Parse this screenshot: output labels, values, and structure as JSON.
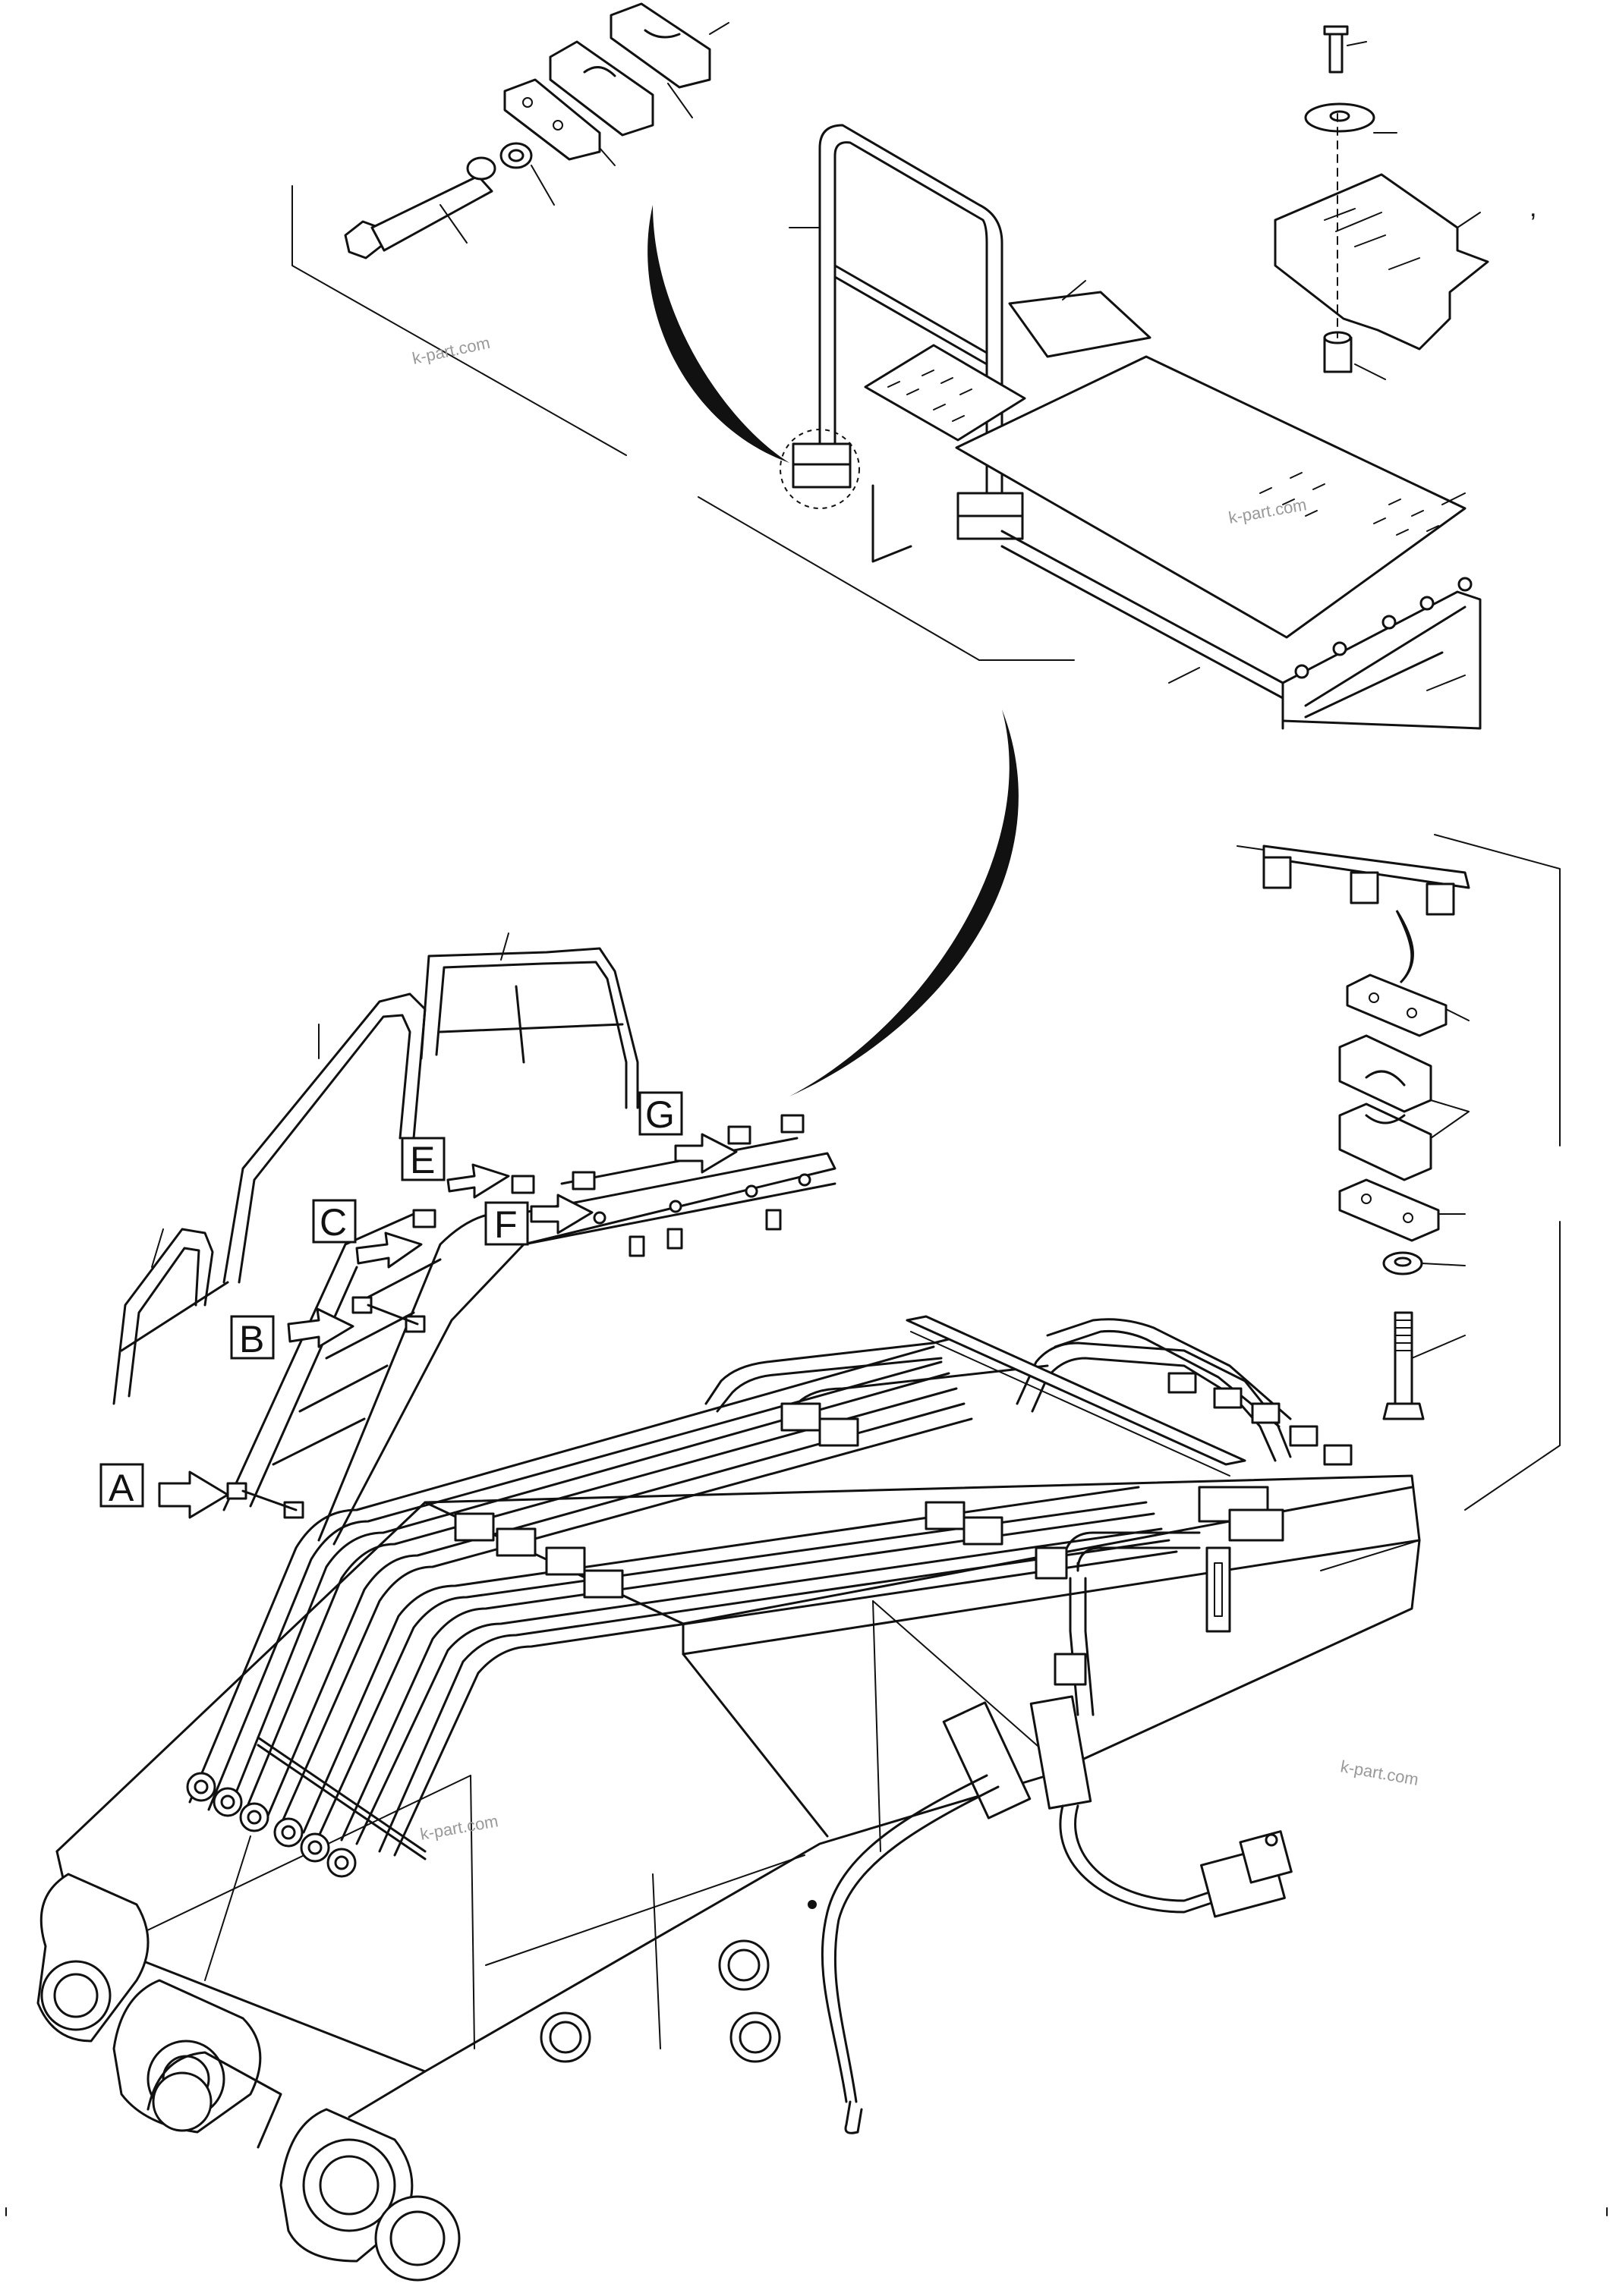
{
  "callouts": {
    "a": "A",
    "b": "B",
    "c": "C",
    "e": "E",
    "f": "F",
    "g": "G"
  },
  "watermark": {
    "text1": "k-part.com",
    "text2": "k-part.com",
    "text3": "k-part.com",
    "text4": "k-part.com"
  },
  "marks": {
    "comma": ","
  }
}
